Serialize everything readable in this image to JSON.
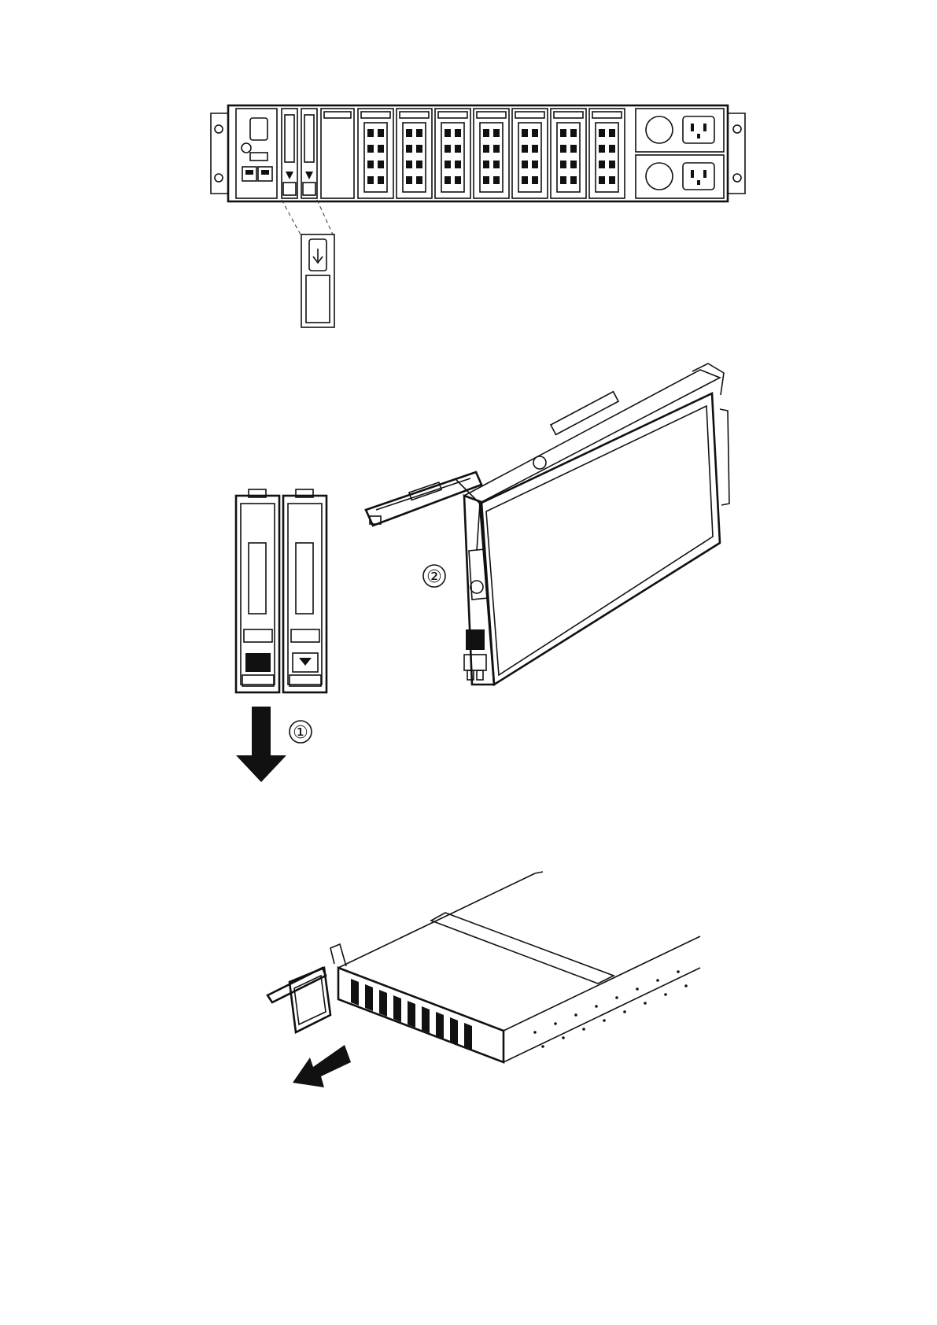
{
  "figure": {
    "panels": [
      {
        "id": "rear-panel-view"
      },
      {
        "id": "drive-removal-steps",
        "callouts": [
          {
            "id": "step-1",
            "label": "①"
          },
          {
            "id": "step-2",
            "label": "②"
          }
        ]
      },
      {
        "id": "drive-extraction-perspective"
      }
    ],
    "colors": {
      "line": "#111111",
      "fill": "#ffffff",
      "accent": "#111111"
    }
  }
}
